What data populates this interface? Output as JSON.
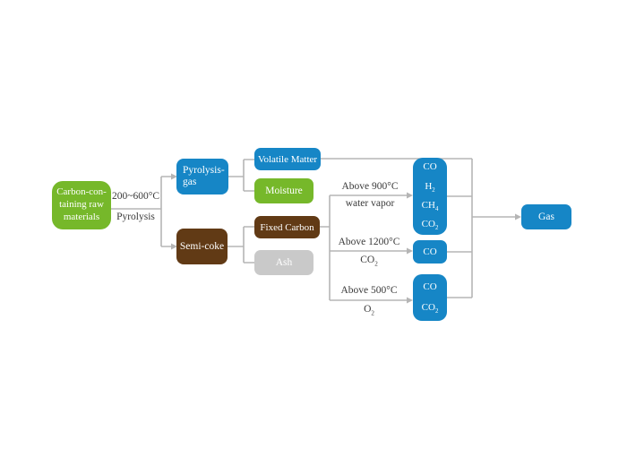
{
  "diagram": {
    "title": "carbon pyrolysis and gasification flow",
    "colors": {
      "blue": "#1686c6",
      "green": "#76b82a",
      "brown": "#613a15",
      "gray": "#c9c9c9",
      "line": "#b5b5b5",
      "label_text": "#3a3a3a",
      "node_text": "#ffffff",
      "background": "#ffffff"
    },
    "nodes": {
      "raw_material": {
        "label_lines": [
          "Carbon-con-",
          "taining raw",
          "materials"
        ],
        "color": "#76b82a"
      },
      "pyrolysis_gas": {
        "label_lines": [
          "Pyrolysis-",
          "gas"
        ],
        "color": "#1686c6"
      },
      "semi_coke": {
        "label": "Semi-coke",
        "color": "#613a15"
      },
      "volatile_matter": {
        "label": "Volatile Matter",
        "color": "#1686c6"
      },
      "moisture": {
        "label": "Moisture",
        "color": "#76b82a"
      },
      "fixed_carbon": {
        "label": "Fixed Carbon",
        "color": "#613a15"
      },
      "ash": {
        "label": "Ash",
        "color": "#c9c9c9"
      },
      "gasification_products_steam": {
        "label_lines": [
          "CO",
          "H2",
          "CH4",
          "CO2"
        ],
        "color": "#1686c6"
      },
      "gasification_products_co2": {
        "label_lines": [
          "CO"
        ],
        "color": "#1686c6"
      },
      "gasification_products_o2": {
        "label_lines": [
          "CO",
          "CO2"
        ],
        "color": "#1686c6"
      },
      "gas": {
        "label": "Gas",
        "color": "#1686c6"
      }
    },
    "edge_labels": {
      "pyrolysis": {
        "top": "200~600°C",
        "bottom": "Pyrolysis"
      },
      "steam_reaction": {
        "top": "Above 900°C",
        "bottom": "water vapor"
      },
      "co2_reaction": {
        "top": "Above 1200°C",
        "bottom_formula": "CO2"
      },
      "o2_reaction": {
        "top": "Above 500°C",
        "bottom_formula": "O2"
      }
    }
  }
}
